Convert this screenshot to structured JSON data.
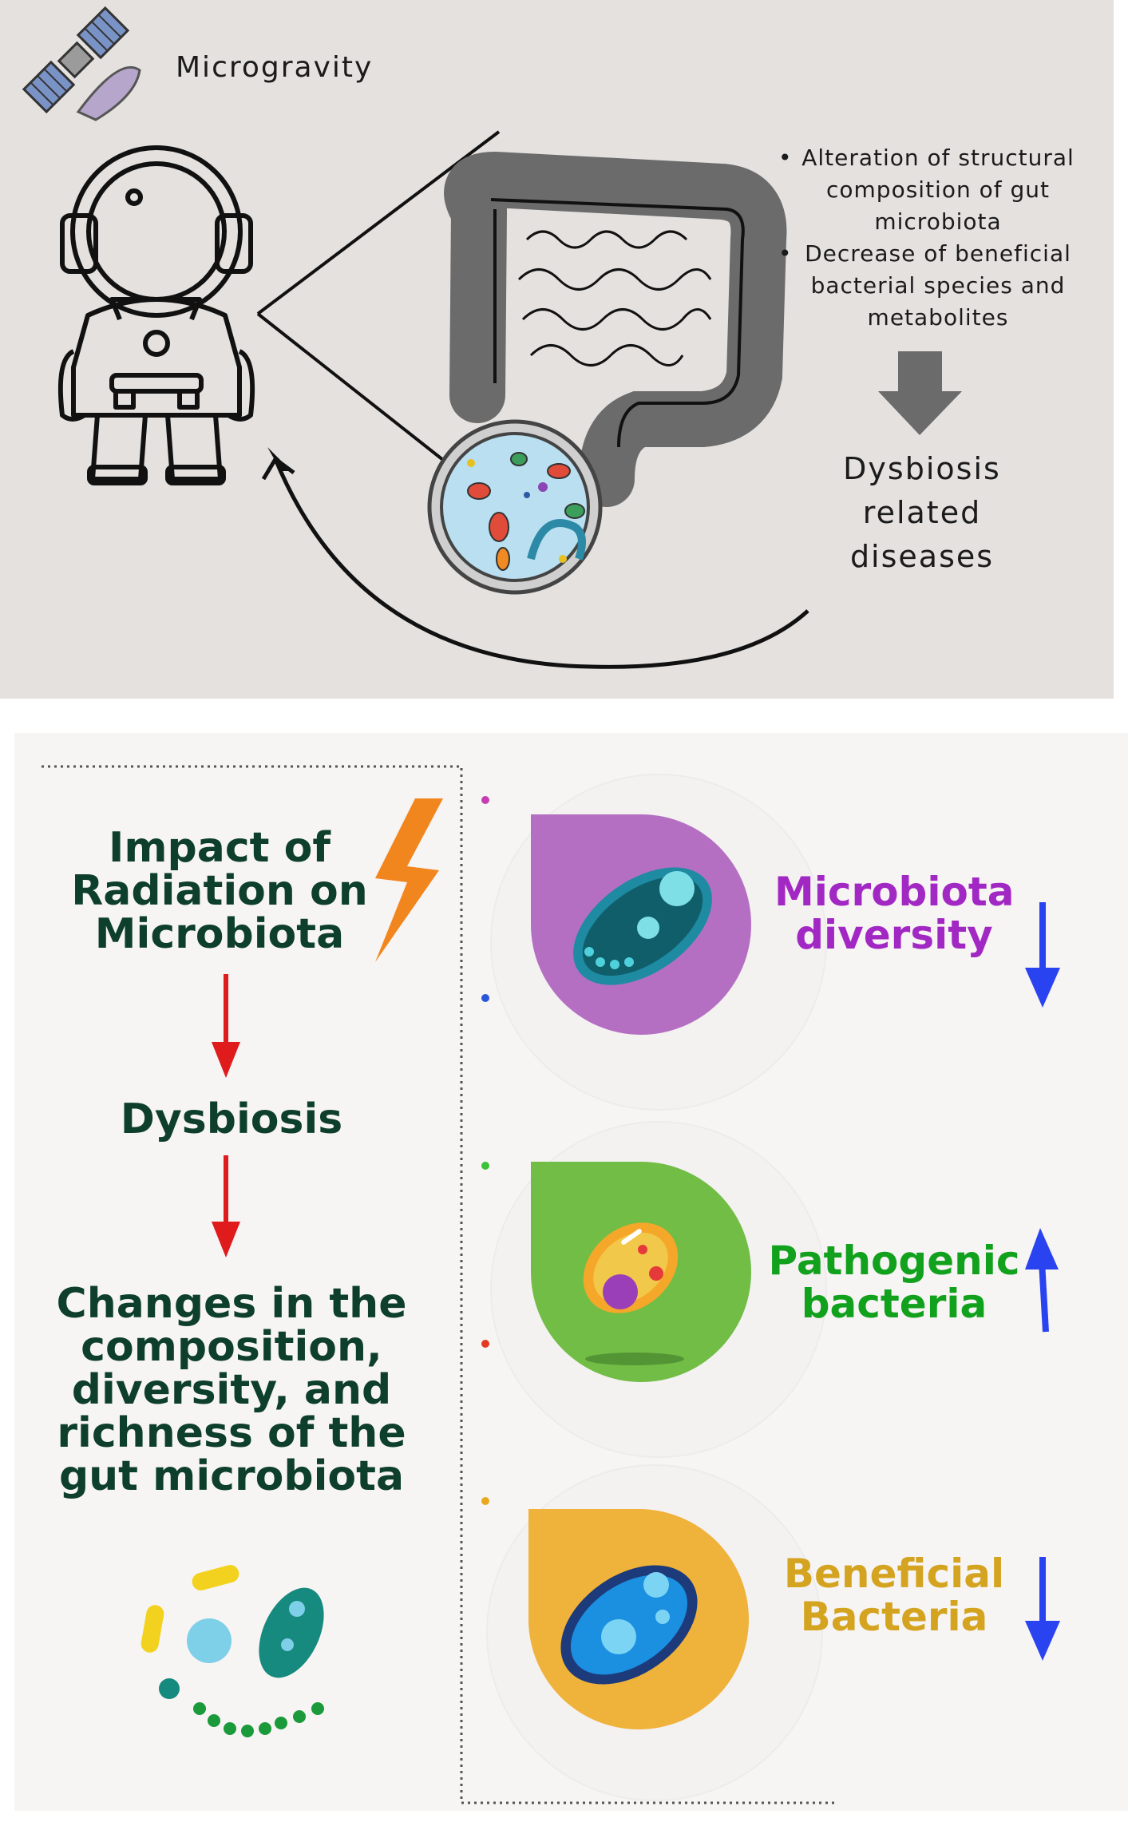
{
  "top_panel": {
    "label": "Microgravity",
    "effects": [
      "Alteration of structural composition of gut microbiota",
      "Decrease of beneficial bacterial species and metabolites"
    ],
    "result": "Dysbiosis related diseases"
  },
  "bottom_panel": {
    "title": "Impact of Radiation on Microbiota",
    "step2": "Dysbiosis",
    "step3": "Changes in the composition, diversity, and richness of the gut microbiota",
    "indicators": [
      {
        "label": "Microbiota diversity",
        "direction": "down",
        "color": "#a228c4"
      },
      {
        "label": "Pathogenic bacteria",
        "direction": "up",
        "color": "#11a11d"
      },
      {
        "label": "Beneficial Bacteria",
        "direction": "down",
        "color": "#d4a421"
      }
    ]
  }
}
